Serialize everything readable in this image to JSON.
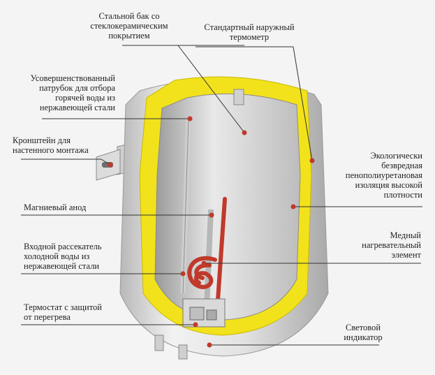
{
  "labels": {
    "steel_tank": "Стальной бак со\nстеклокерамическим\nпокрытием",
    "thermometer": "Стандартный наружный\nтермометр",
    "hot_outlet": "Усовершенствованный\nпатрубок для отбора\nгорячей воды из\nнержавеющей стали",
    "bracket": "Кронштейн для\nнастенного монтажа",
    "insulation": "Экологически\nбезвредная\nпенополиуретановая\nизоляция высокой\nплотности",
    "anode": "Магниевый анод",
    "cold_inlet": "Входной рассекатель\nхолодной воды из\nнержавеющей стали",
    "heater": "Медный\nнагревательный\nэлемент",
    "thermostat": "Термостат с защитой\nот перегрева",
    "indicator": "Световой\nиндикатор"
  },
  "colors": {
    "insulation": "#f2e21c",
    "heater": "#c0392b",
    "tank_body": "#dcdcdc",
    "leader": "#333333"
  }
}
